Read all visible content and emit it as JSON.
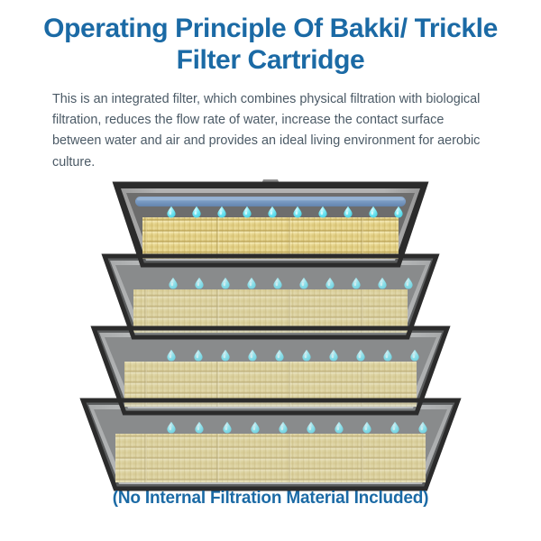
{
  "header": {
    "title": "Operating Principle Of Bakki/ Trickle Filter Cartridge",
    "title_line_1": "Operating Principle Of Bakki/ Trickle",
    "title_line_2": "Filter Cartridge",
    "title_color": "#1b6aa5"
  },
  "body": {
    "paragraph": "This is an integrated filter, which combines physical filtration with biological filtration, reduces the flow rate of water, increase the contact surface between water and air and provides an ideal living environment for aerobic culture.",
    "text_color": "#4b5a66"
  },
  "caption": {
    "text": "(No Internal Filtration Material Included)",
    "color": "#1b6aa5"
  },
  "diagram": {
    "name": "bakki-trickle-filter-stack",
    "tray_count": 4,
    "droplets_per_tray": 10,
    "colors": {
      "tray_outline": "#2b2b2b",
      "tray_body": "#a9a9a9",
      "tray_interior": "#6d6d6d",
      "media_light": "#f0e3a8",
      "media_mid": "#ddc97d",
      "media_dark": "#c9b463",
      "pipe": "#7b9cc4",
      "pipe_dark": "#6a8ab4",
      "droplet": "#6fe4f0",
      "droplet_highlight": "#bdf4fa",
      "background": "#ffffff"
    },
    "trays": [
      {
        "index": 1,
        "label": "tray-1-top",
        "has_distribution_pipe": true,
        "has_droplets": true,
        "has_media": true
      },
      {
        "index": 2,
        "label": "tray-2",
        "has_distribution_pipe": false,
        "has_droplets": true,
        "has_media": true
      },
      {
        "index": 3,
        "label": "tray-3",
        "has_distribution_pipe": false,
        "has_droplets": true,
        "has_media": true
      },
      {
        "index": 4,
        "label": "tray-4-bottom",
        "has_distribution_pipe": false,
        "has_droplets": true,
        "has_media": true
      }
    ],
    "inlet": {
      "name": "water-inlet-notch",
      "position": "top-center"
    }
  }
}
